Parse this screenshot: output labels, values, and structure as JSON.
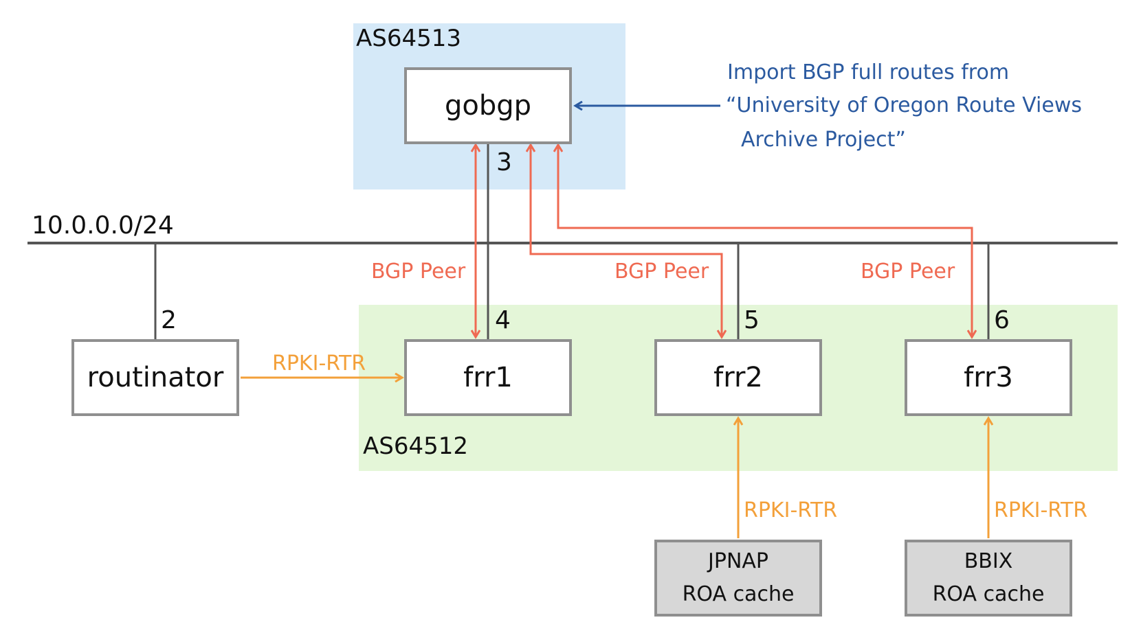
{
  "zones": {
    "as64513": "AS64513",
    "as64512": "AS64512"
  },
  "network": {
    "subnet": "10.0.0.0/24"
  },
  "nodes": {
    "gobgp": "gobgp",
    "routinator": "routinator",
    "frr1": "frr1",
    "frr2": "frr2",
    "frr3": "frr3",
    "jpnap": {
      "line1": "JPNAP",
      "line2": "ROA cache"
    },
    "bbix": {
      "line1": "BBIX",
      "line2": "ROA cache"
    }
  },
  "interfaces": {
    "routinator": "2",
    "gobgp": "3",
    "frr1": "4",
    "frr2": "5",
    "frr3": "6"
  },
  "links": {
    "bgp_peer": "BGP Peer",
    "rpki_rtr": "RPKI-RTR"
  },
  "note": {
    "line1": "Import BGP full routes from",
    "line2": "“University of Oregon Route Views",
    "line3": "Archive Project”"
  },
  "colors": {
    "bgp": "#ef6a52",
    "rpki": "#f3a03a",
    "note": "#2b5aa0",
    "wire": "#555555",
    "box_border": "#8f8f8f",
    "as64513_bg": "#d5e9f8",
    "as64512_bg": "#e4f6d8",
    "cache_bg": "#d7d7d7"
  }
}
